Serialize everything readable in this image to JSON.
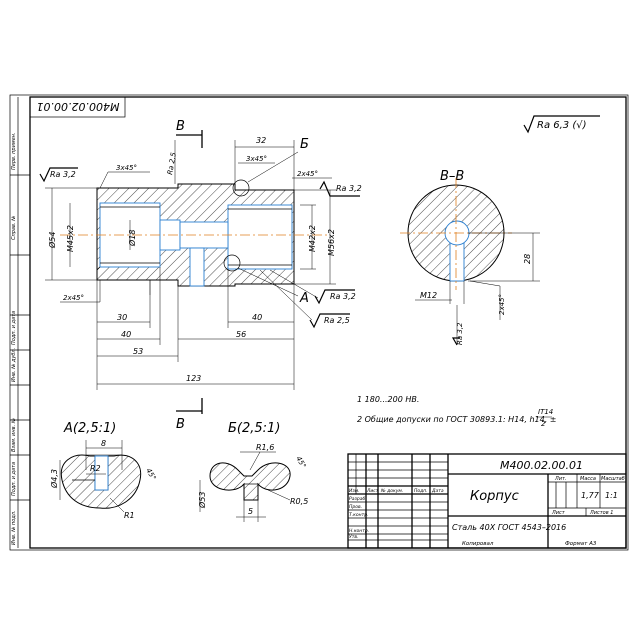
{
  "sheet": {
    "top_left_code": "М400.02.00.01",
    "side_labels": [
      "Перв. примен.",
      "Справ. №",
      "Подп. и дата",
      "Инв. № дубл.",
      "Взам. инв. №",
      "Подп. и дата",
      "Инв. № подл."
    ]
  },
  "roughness": {
    "general": "Ra 6,3 (√)",
    "left_face": "Ra 3,2",
    "right_face": "Ra 3,2",
    "bore_top": "Ra 2,5",
    "bore_a": "Ra 3,2",
    "bore_b": "Ra 2,5",
    "slot": "Ra 3,2"
  },
  "section_markers": {
    "b_top": "В",
    "b_bottom": "В",
    "b_callout": "Б",
    "a_callout": "А"
  },
  "dimensions": {
    "d32": "32",
    "ch_left": "3x45°",
    "ch_mid": "3x45°",
    "ch_right": "2x45°",
    "ch_bottom": "2x45°",
    "d54": "Ø54",
    "m45": "М45х2",
    "d18": "Ø18",
    "m42": "М42х2",
    "m56": "М56х2",
    "l30": "30",
    "l40": "40",
    "l53": "53",
    "l56": "56",
    "l40b": "40",
    "l123": "123"
  },
  "section_bb": {
    "title": "В–В",
    "m12": "М12",
    "d28": "28",
    "ch": "2x45°"
  },
  "notes": [
    "1  180...200 НВ.",
    "2  Общие допуски по ГОСТ 30893.1: H14, h14, ±"
  ],
  "note_fraction": {
    "numerator": "IT14",
    "denominator": "2"
  },
  "detail_a": {
    "title": "А(2,5:1)",
    "d8": "8",
    "r2": "R2",
    "r1": "R1",
    "ang": "45°",
    "d43": "Ø4,3"
  },
  "detail_b": {
    "title": "Б(2,5:1)",
    "r16": "R1,6",
    "r05": "R0,5",
    "d5": "5",
    "ang": "45°",
    "d53": "Ø53"
  },
  "title_block": {
    "code": "М400.02.00.01",
    "name": "Корпус",
    "material": "Сталь 40Х ГОСТ 4543–2016",
    "lit_header": "Лит.",
    "mass_header": "Масса",
    "scale_header": "Масштаб",
    "mass": "1,77",
    "scale": "1:1",
    "sheet": "Лист",
    "sheets": "Листов  1",
    "rows": [
      "Изм.",
      "Лист",
      "№ докум.",
      "Подп.",
      "Дата"
    ],
    "roles": [
      "Разраб.",
      "Пров.",
      "Т.контр.",
      "",
      "Н.контр.",
      "Утв."
    ],
    "copied": "Копировал",
    "format": "Формат  А3"
  }
}
